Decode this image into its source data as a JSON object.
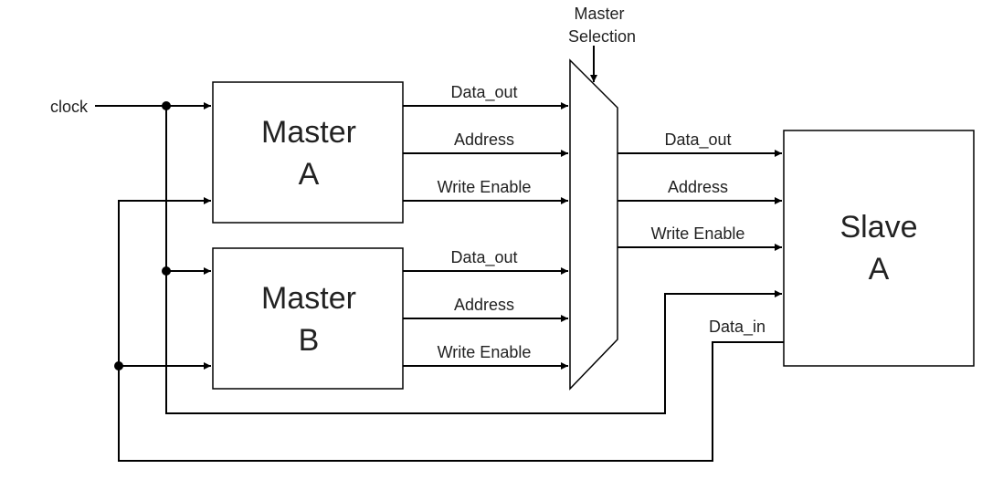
{
  "inputs": {
    "clock": "clock"
  },
  "mux": {
    "label_line1": "Master",
    "label_line2": "Selection"
  },
  "master_a": {
    "line1": "Master",
    "line2": "A"
  },
  "master_b": {
    "line1": "Master",
    "line2": "B"
  },
  "slave_a": {
    "line1": "Slave",
    "line2": "A"
  },
  "master_a_signals": [
    "Data_out",
    "Address",
    "Write Enable"
  ],
  "master_b_signals": [
    "Data_out",
    "Address",
    "Write Enable"
  ],
  "mux_output_signals": [
    "Data_out",
    "Address",
    "Write Enable"
  ],
  "slave_output": "Data_in"
}
